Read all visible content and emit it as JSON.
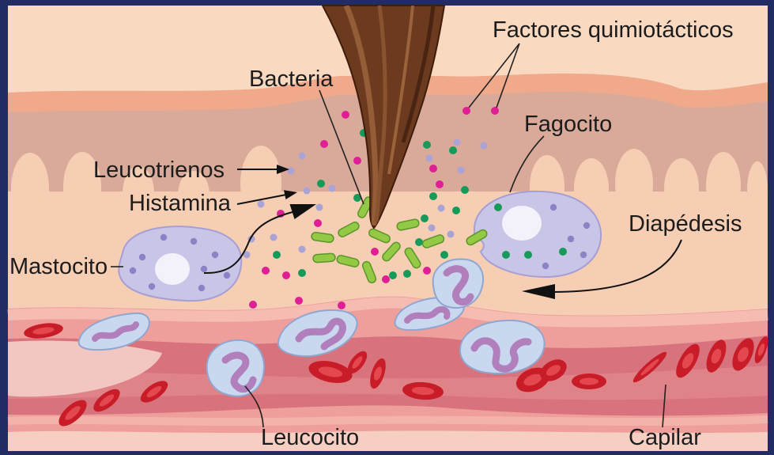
{
  "labels": {
    "chemotactic_factors": "Factores quimiotácticos",
    "bacteria": "Bacteria",
    "phagocyte": "Fagocito",
    "leukotrienes": "Leucotrienos",
    "histamine": "Histamina",
    "mast_cell": "Mastocito",
    "diapedesis": "Diapédesis",
    "leukocyte": "Leucocito",
    "capillary": "Capilar"
  },
  "colors": {
    "frame": "#232b64",
    "thorn": "#6c3b1f",
    "bacteria": "#93c945",
    "chemotactic_factor_dot": "#e01e96",
    "green_dot": "#169a5a",
    "mediator_dot": "#a9a3d6",
    "cell_cytoplasm": "#c9c5e7",
    "cell_granule": "#8c82c6",
    "leukocyte": "#c9d8ef",
    "red_blood_cell": "#c81d28"
  }
}
